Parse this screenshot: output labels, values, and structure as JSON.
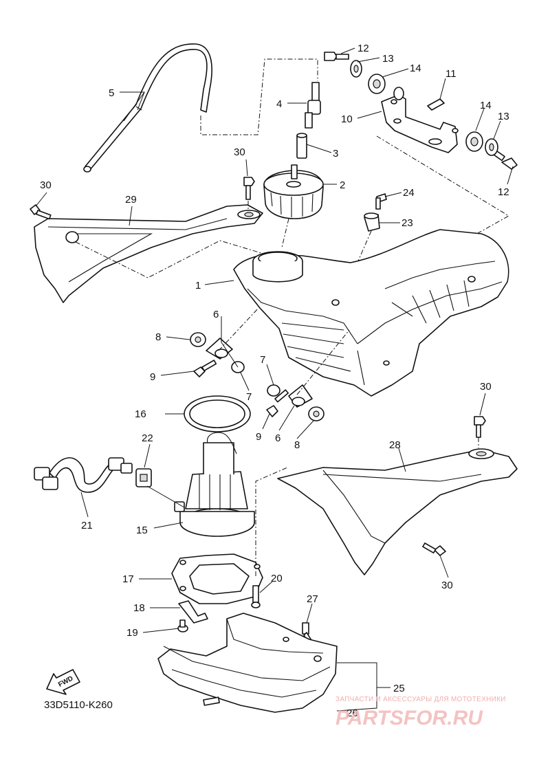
{
  "diagram": {
    "code": "33D5110-K260",
    "fwd_label": "FWD",
    "callouts": [
      {
        "id": "c1",
        "text": "1"
      },
      {
        "id": "c2",
        "text": "2"
      },
      {
        "id": "c3",
        "text": "3"
      },
      {
        "id": "c4",
        "text": "4"
      },
      {
        "id": "c5",
        "text": "5"
      },
      {
        "id": "c6a",
        "text": "6"
      },
      {
        "id": "c6b",
        "text": "6"
      },
      {
        "id": "c7a",
        "text": "7"
      },
      {
        "id": "c7b",
        "text": "7"
      },
      {
        "id": "c8a",
        "text": "8"
      },
      {
        "id": "c8b",
        "text": "8"
      },
      {
        "id": "c9a",
        "text": "9"
      },
      {
        "id": "c9b",
        "text": "9"
      },
      {
        "id": "c10",
        "text": "10"
      },
      {
        "id": "c11",
        "text": "11"
      },
      {
        "id": "c12a",
        "text": "12"
      },
      {
        "id": "c12b",
        "text": "12"
      },
      {
        "id": "c13a",
        "text": "13"
      },
      {
        "id": "c13b",
        "text": "13"
      },
      {
        "id": "c14a",
        "text": "14"
      },
      {
        "id": "c14b",
        "text": "14"
      },
      {
        "id": "c15",
        "text": "15"
      },
      {
        "id": "c16",
        "text": "16"
      },
      {
        "id": "c17",
        "text": "17"
      },
      {
        "id": "c18",
        "text": "18"
      },
      {
        "id": "c19",
        "text": "19"
      },
      {
        "id": "c20",
        "text": "20"
      },
      {
        "id": "c21",
        "text": "21"
      },
      {
        "id": "c22",
        "text": "22"
      },
      {
        "id": "c23",
        "text": "23"
      },
      {
        "id": "c24",
        "text": "24"
      },
      {
        "id": "c25",
        "text": "25"
      },
      {
        "id": "c26",
        "text": "26"
      },
      {
        "id": "c27",
        "text": "27"
      },
      {
        "id": "c28",
        "text": "28"
      },
      {
        "id": "c29",
        "text": "29"
      },
      {
        "id": "c30a",
        "text": "30"
      },
      {
        "id": "c30b",
        "text": "30"
      },
      {
        "id": "c30c",
        "text": "30"
      },
      {
        "id": "c30d",
        "text": "30"
      }
    ]
  },
  "watermark": {
    "subtitle": "ЗАПЧАСТИ И АКСЕССУАРЫ ДЛЯ МОТОТЕХНИКИ",
    "brand": "PARTSFOR.RU",
    "color": "#e06060"
  }
}
